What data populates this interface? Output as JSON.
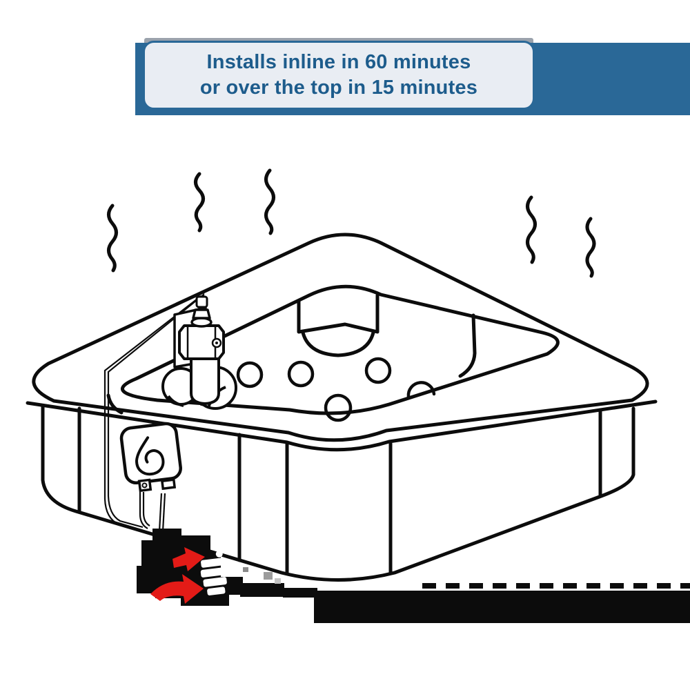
{
  "banner": {
    "line1": "Installs inline in 60 minutes",
    "line2": "or over the top in 15 minutes"
  },
  "colors": {
    "banner-blue": "#2a6897",
    "banner-box-fill": "#e9edf3",
    "banner-text": "#1d5c8c",
    "banner-shadow-gray": "#9aa2ac",
    "line-black": "#0c0c0c",
    "arrow-red": "#e31b17",
    "artifact-gray": "#9c9c9c"
  },
  "illustration": {
    "subject": "isometric line drawing of a square hot tub with steam, an inline sensor cell on the rim, a wall-mounted controller with water-drop logo, and a power cable ending in a plug with red arrows",
    "steam_line_count": 5,
    "jet_count": 5
  }
}
